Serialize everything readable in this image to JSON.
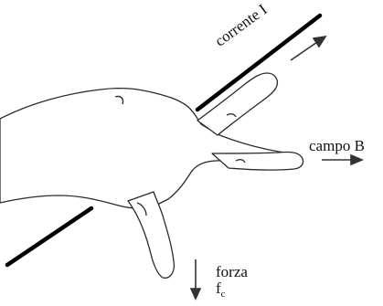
{
  "labels": {
    "current": "corrente I",
    "field": "campo B",
    "force": "forza",
    "force_symbol": "f",
    "force_symbol_subscript": "c"
  },
  "colors": {
    "ink": "#111111",
    "wire": "#000000",
    "hand_outline": "#2a2a2a",
    "hand_fill": "#ffffff"
  }
}
